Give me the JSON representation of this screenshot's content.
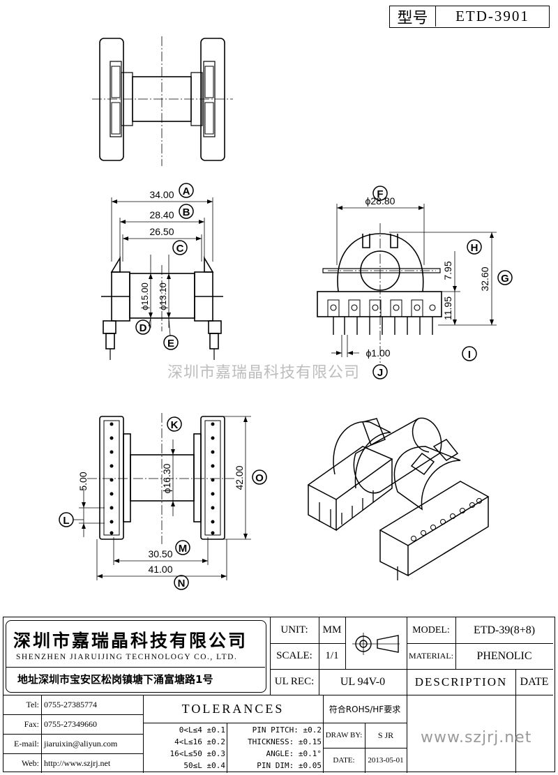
{
  "header": {
    "type_label": "型号",
    "model_code": "ETD-3901"
  },
  "watermark": "深圳市嘉瑞晶科技有限公司",
  "top_view": {},
  "front_view": {
    "dims": {
      "A": "34.00",
      "B": "28.40",
      "C": "26.50",
      "D": "15.00",
      "E": "13.10"
    },
    "callouts": {
      "A": "A",
      "B": "B",
      "C": "C",
      "D": "D",
      "E": "E"
    }
  },
  "side_view": {
    "dims": {
      "F": "28.80",
      "G": "32.60",
      "H": "7.95",
      "I": "11.95",
      "J": "1.00"
    },
    "callouts": {
      "F": "F",
      "G": "G",
      "H": "H",
      "I": "I",
      "J": "J"
    }
  },
  "bottom_view": {
    "dims": {
      "K": "16.30",
      "L": "5.00",
      "M": "30.50",
      "N": "41.00",
      "O": "42.00"
    },
    "callouts": {
      "K": "K",
      "L": "L",
      "M": "M",
      "N": "N",
      "O": "O"
    }
  },
  "title_block": {
    "company_cn": "深圳市嘉瑞晶科技有限公司",
    "company_en": "SHENZHEN JIARUIJING TECHNOLOGY CO., LTD.",
    "address": "地址深圳市宝安区松岗镇塘下涌富塘路1号",
    "unit_label": "UNIT:",
    "unit_value": "MM",
    "scale_label": "SCALE:",
    "scale_value": "1/1",
    "model_label": "MODEL:",
    "model_value": "ETD-39(8+8)",
    "material_label": "MATERIAL:",
    "material_value": "PHENOLIC",
    "ulrec_label": "UL REC:",
    "ulrec_value": "UL 94V-0",
    "description_label": "DESCRIPTION",
    "date_label": "DATE",
    "tel_label": "Tel:",
    "tel_value": "0755-27385774",
    "fax_label": "Fax:",
    "fax_value": "0755-27349660",
    "email_label": "E-mail:",
    "email_value": "jiaruixin@aliyun.com",
    "web_label": "Web:",
    "web_value": "http://www.szjrj.net",
    "tolerances_label": "TOLERANCES",
    "tol_rows": [
      "0<L≤4 ±0.1",
      "4<L≤16 ±0.2",
      "16<L≤50 ±0.3",
      "50≤L ±0.4"
    ],
    "pin_rows": [
      "PIN PITCH: ±0.2",
      "THICKNESS: ±0.15",
      "ANGLE: ±0.1°",
      "PIN DIM: ±0.05"
    ],
    "rohs": "符合ROHS/HF要求",
    "drawby_label": "DRAW BY:",
    "drawby_value": "S JR",
    "date_field_label": "DATE:",
    "date_value": "2013-05-01",
    "website_big": "www.szjrj.net"
  }
}
